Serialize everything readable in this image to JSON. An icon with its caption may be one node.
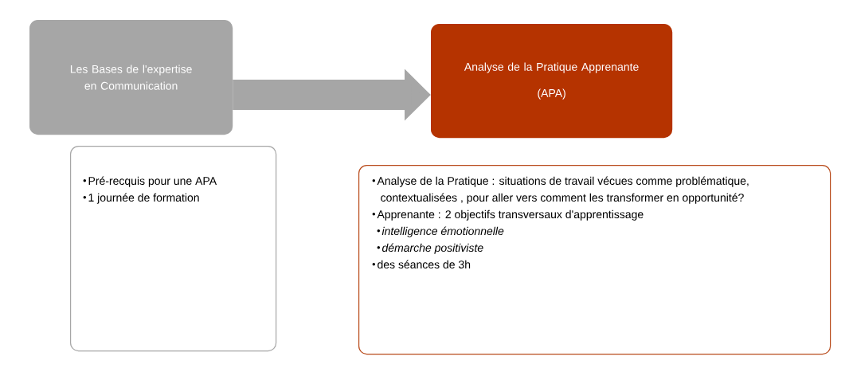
{
  "diagram": {
    "nodes": [
      {
        "text": [
          "Les Bases de l'expertise en Communication"
        ]
      },
      {
        "text": [
          "Pré-recquis pour une APA",
          "1 journée de formation"
        ]
      },
      {
        "text": [
          "Analyse de la Pratique Apprenante",
          "(APA)"
        ]
      },
      {
        "text": [
          "Analyse de la Pratique : situations de travail vécues comme problématique, contextualisées , pour aller vers comment les transformer en opportunité?",
          "Apprenante : 2 objectifs transversaux d'apprentissage",
          "intelligence émotionnelle",
          "démarche positiviste",
          "des séances de 3h"
        ]
      }
    ],
    "edges": [
      {
        "from": 0,
        "to": 2,
        "arrow": "to"
      }
    ]
  }
}
